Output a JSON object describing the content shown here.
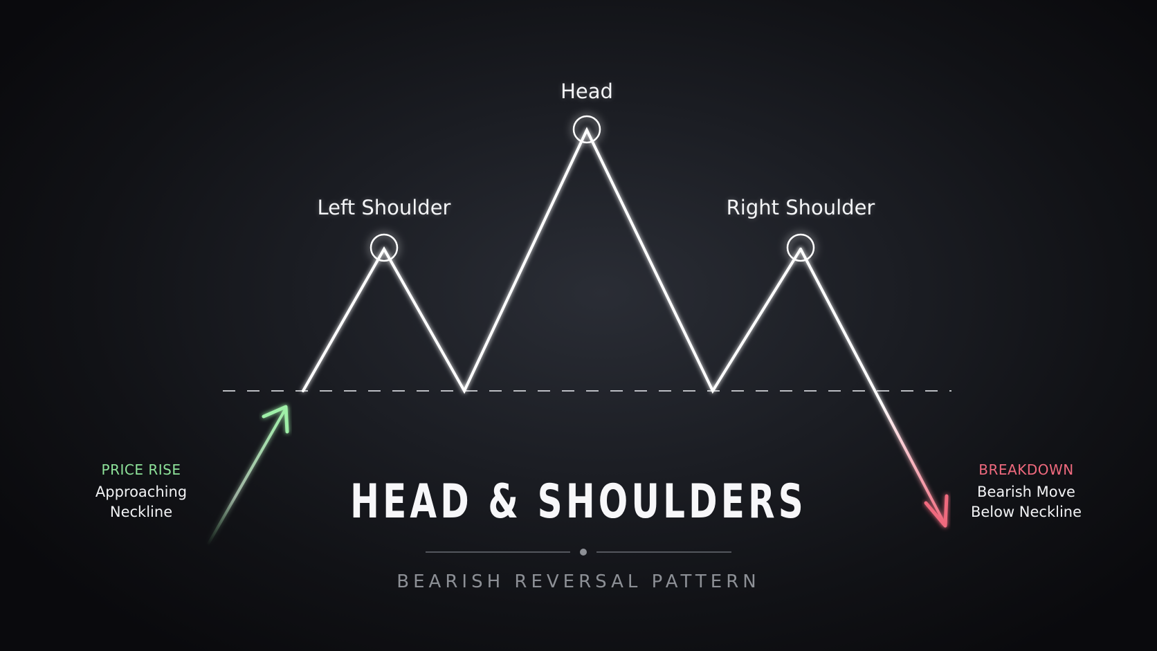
{
  "labels": {
    "head": "Head",
    "left_shoulder": "Left Shoulder",
    "right_shoulder": "Right Shoulder"
  },
  "left_note": {
    "title": "PRICE RISE",
    "line1": "Approaching",
    "line2": "Neckline"
  },
  "right_note": {
    "title": "BREAKDOWN",
    "line1": "Bearish Move",
    "line2": "Below Neckline"
  },
  "title": "HEAD & SHOULDERS",
  "subtitle": "BEARISH REVERSAL PATTERN",
  "colors": {
    "background": "#16171c",
    "line": "#ffffff",
    "rise": "#8ee39a",
    "breakdown": "#f06a7e",
    "subtitle": "#8d9096"
  }
}
